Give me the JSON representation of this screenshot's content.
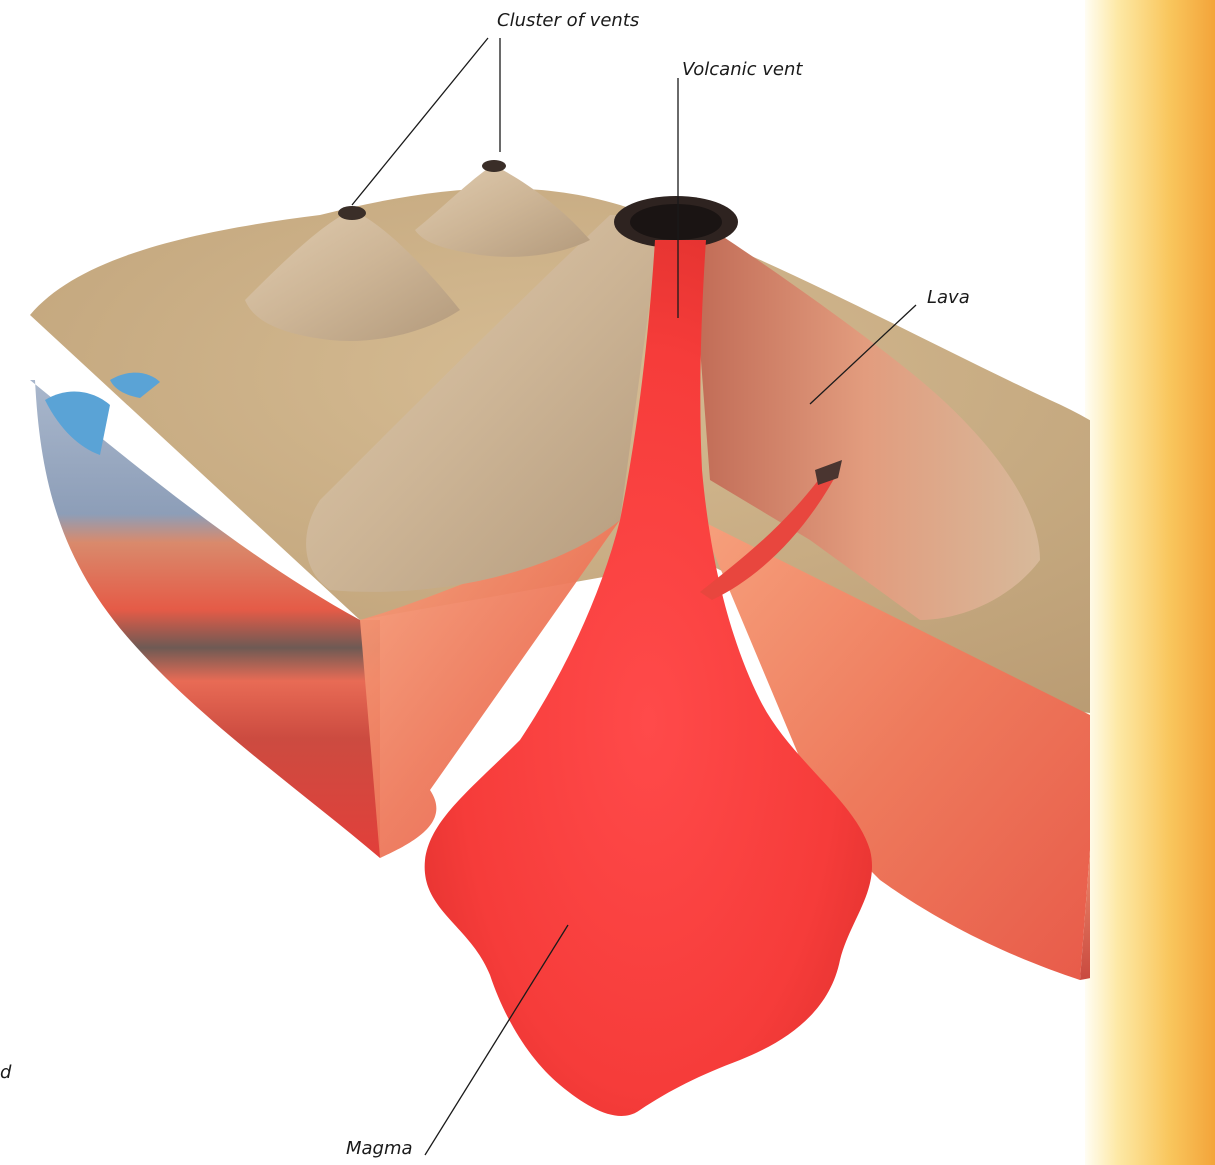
{
  "labels": {
    "cluster_of_vents": "Cluster of vents",
    "volcanic_vent": "Volcanic vent",
    "lava": "Lava",
    "magma": "Magma",
    "cutoff_letter": "d"
  },
  "colors": {
    "sidebar_gradient": [
      "#fffdf3",
      "#fde9a6",
      "#f9c65d",
      "#f3a43a"
    ],
    "ground": "#cbb089",
    "magma": "#f23a3a",
    "rock_strata_red": "#d9483d",
    "rock_strata_blue": "#9fb1c9",
    "cone": "#c9b493",
    "water": "#5aa3d6"
  }
}
